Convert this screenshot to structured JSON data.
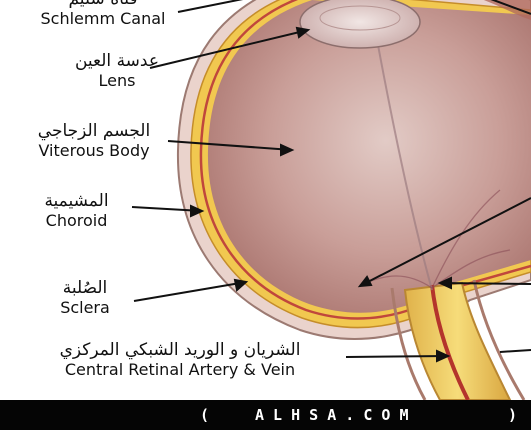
{
  "labels": {
    "schlemm": {
      "ar": "قناة شليم",
      "en": "Schlemm Canal"
    },
    "lens": {
      "ar": "عدسة العين",
      "en": "Lens"
    },
    "vitreous": {
      "ar": "الجسم الزجاجي",
      "en": "Viterous Body"
    },
    "choroid": {
      "ar": "المشيمية",
      "en": "Choroid"
    },
    "sclera": {
      "ar": "الصُلبة",
      "en": "Sclera"
    },
    "artery": {
      "ar": "الشريان و الوريد الشبكي المركزي",
      "en": "Central Retinal Artery & Vein"
    }
  },
  "footer": {
    "open": "(",
    "site": "A L H S A . C O M",
    "close": ")"
  },
  "colors": {
    "vitreous": "#c89c98",
    "sclera": "#e9b9aa",
    "choroid_band": "#f2c94c",
    "nerve": "#f2d36a",
    "vessel": "#b4342c",
    "footer_bg": "#050505"
  }
}
